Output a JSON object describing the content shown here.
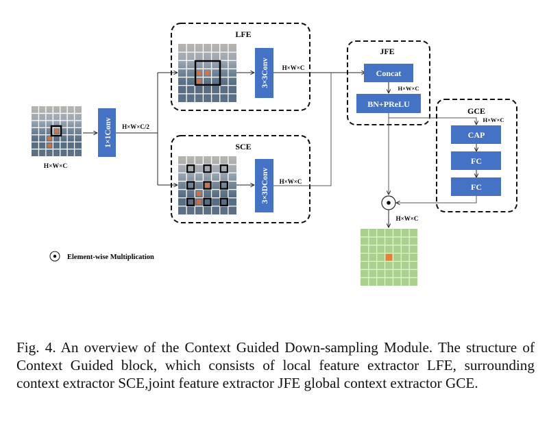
{
  "figure": {
    "input": {
      "label": "H×W×C"
    },
    "conv1x1": {
      "label": "1×1Conv",
      "out_label": "H×W×C/2"
    },
    "lfe": {
      "title": "LFE",
      "conv_label": "3×3Conv",
      "out_label": "H×W×C"
    },
    "sce": {
      "title": "SCE",
      "conv_label": "3×3DConv",
      "out_label": "H×W×C"
    },
    "jfe": {
      "title": "JFE",
      "concat_label": "Concat",
      "mid_label": "H×W×C",
      "bn_label": "BN+PReLU"
    },
    "gce": {
      "title": "GCE",
      "in_label": "H×W×C",
      "blocks": [
        "CAP",
        "FC",
        "FC"
      ]
    },
    "output": {
      "label": "H×W×C"
    },
    "legend": {
      "symbol_label": "Element-wise Multiplication"
    },
    "colors": {
      "block": "#4472c4",
      "output_grid": "#a9d18e",
      "output_center": "#ed7d31",
      "highlight": "#000000"
    }
  },
  "caption": {
    "text": "Fig. 4.  An overview of the Context Guided Down-sampling Module. The structure of Context Guided block, which consists of local feature extractor LFE, surrounding context extractor SCE,joint feature extractor JFE global context extractor GCE."
  }
}
